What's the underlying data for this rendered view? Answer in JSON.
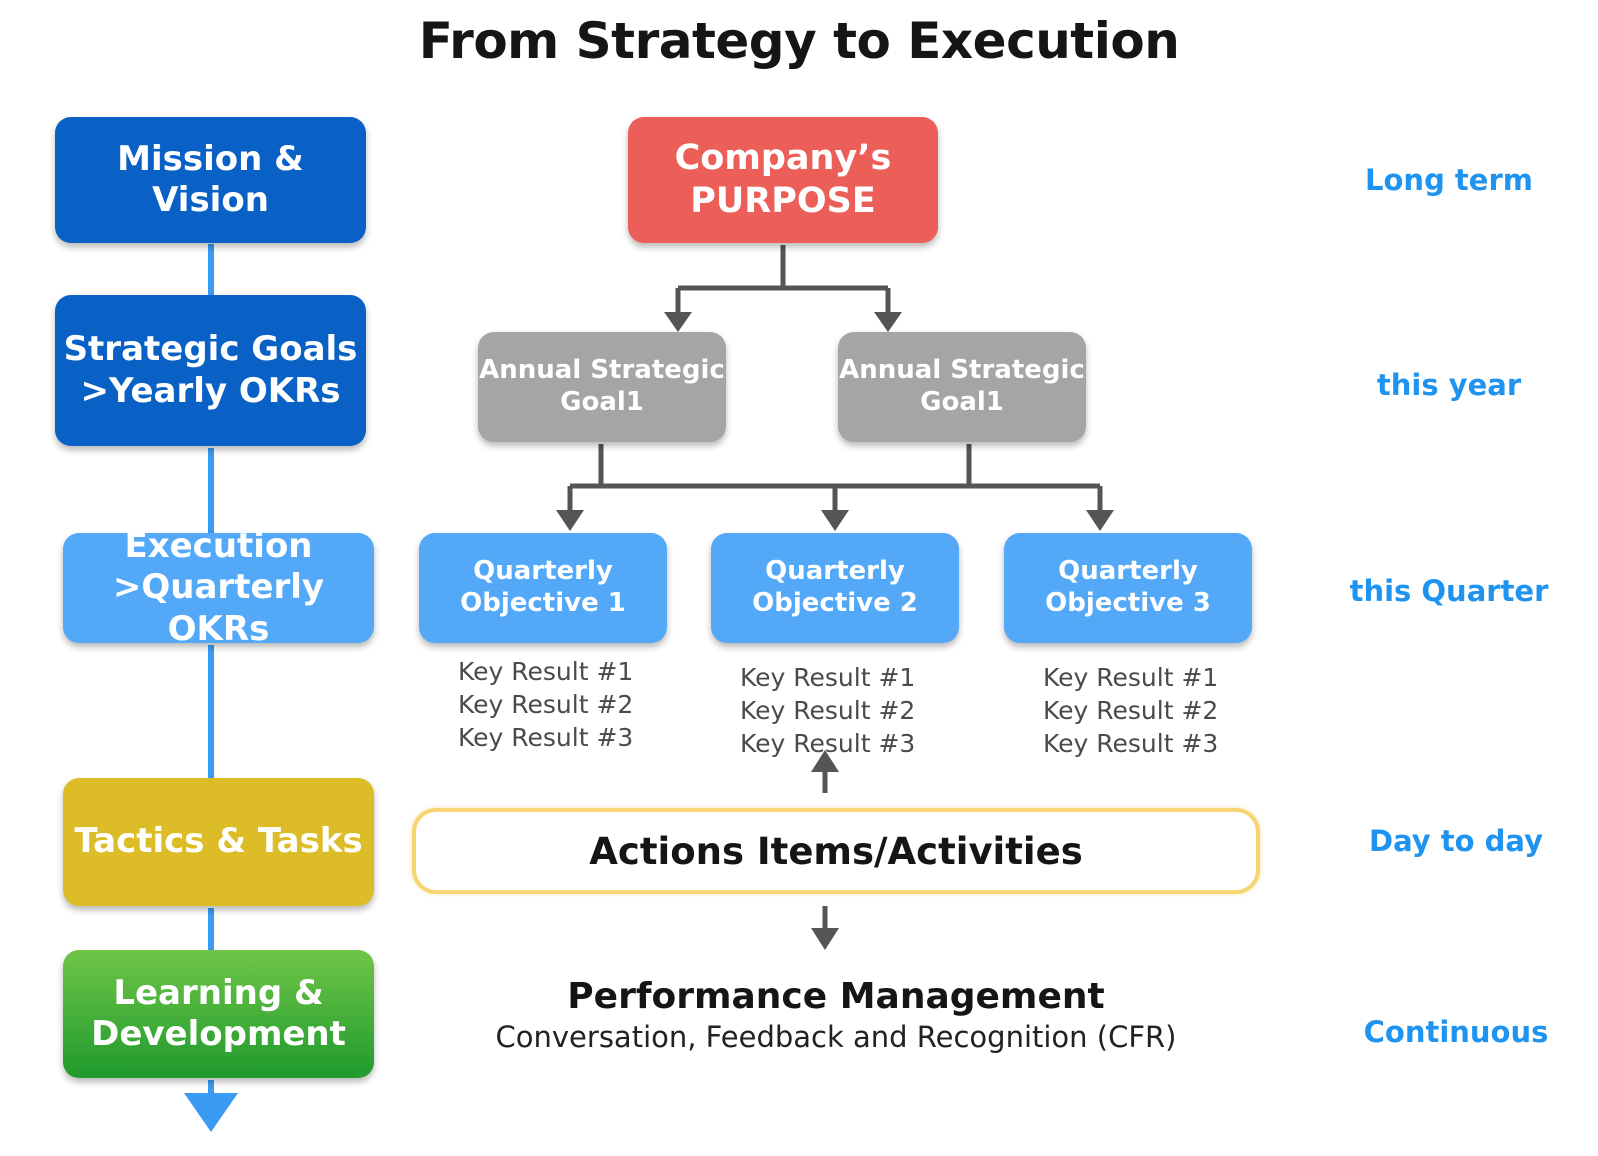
{
  "title": "From Strategy to Execution",
  "stages": [
    {
      "lines": [
        "Mission & Vision"
      ]
    },
    {
      "lines": [
        "Strategic Goals",
        ">Yearly OKRs"
      ]
    },
    {
      "lines": [
        "Execution",
        ">Quarterly OKRs"
      ]
    },
    {
      "lines": [
        "Tactics & Tasks"
      ]
    },
    {
      "lines": [
        "Learning &",
        "Development"
      ]
    }
  ],
  "purpose": {
    "lines": [
      "Company’s",
      "PURPOSE"
    ]
  },
  "annual_goals": [
    {
      "lines": [
        "Annual Strategic",
        "Goal1"
      ]
    },
    {
      "lines": [
        "Annual Strategic",
        "Goal1"
      ]
    }
  ],
  "quarterly_objectives": [
    {
      "lines": [
        "Quarterly",
        "Objective 1"
      ],
      "key_results": [
        "Key Result #1",
        "Key Result #2",
        "Key Result #3"
      ]
    },
    {
      "lines": [
        "Quarterly",
        "Objective 2"
      ],
      "key_results": [
        "Key Result #1",
        "Key Result #2",
        "Key Result #3"
      ]
    },
    {
      "lines": [
        "Quarterly",
        "Objective 3"
      ],
      "key_results": [
        "Key Result #1",
        "Key Result #2",
        "Key Result #3"
      ]
    }
  ],
  "actions": "Actions Items/Activities",
  "performance": {
    "title": "Performance Management",
    "subtitle": "Conversation, Feedback and Recognition (CFR)"
  },
  "horizons": [
    "Long term",
    "this year",
    "this Quarter",
    "Day to day",
    "Continuous"
  ],
  "colors": {
    "mission": "#0a61c5",
    "execution": "#53a8f8",
    "tactics": "#ddbd27",
    "learning": "#1f9a2d",
    "purpose": "#ec5e58",
    "annual_goal": "#a5a5a5",
    "horizon_text": "#1e94f0",
    "connector": "#555555",
    "timeline": "#3a9bf2"
  }
}
